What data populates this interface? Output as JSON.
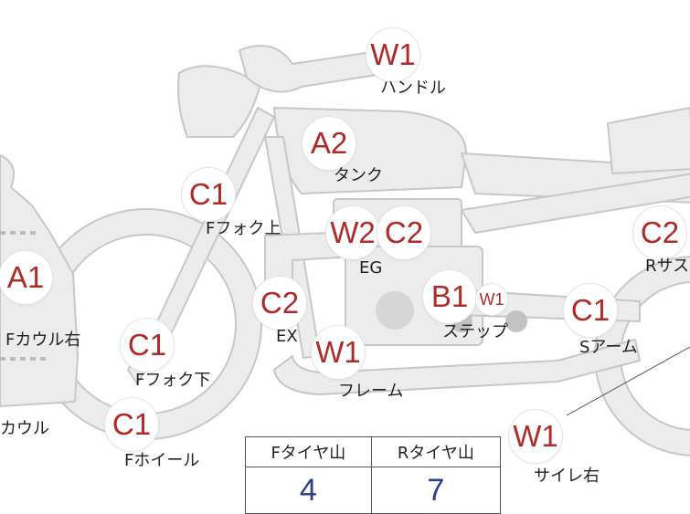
{
  "colors": {
    "part_fill": "#ececec",
    "part_stroke": "#c7c7c7",
    "badge_text": "#b02a2a",
    "value_text": "#2a3e8c"
  },
  "badges": {
    "handle": "W1",
    "tank": "A2",
    "fork_upper": "C1",
    "eg_w": "W2",
    "eg_c": "C2",
    "rsus": "C2",
    "fcowl_right": "A1",
    "ex": "C2",
    "step_b": "B1",
    "step_w": "W1",
    "sarm": "C1",
    "fork_lower": "C1",
    "frame": "W1",
    "fwheel": "C1",
    "side_right": "W1"
  },
  "labels": {
    "handle": "ハンドル",
    "tank": "タンク",
    "fork_upper": "Fフォク上",
    "eg": "EG",
    "rsus": "Rサス",
    "fcowl_right": "Fカウル右",
    "ex": "EX",
    "step": "ステップ",
    "sarm": "Sアーム",
    "fork_lower": "Fフォク下",
    "frame": "フレーム",
    "cowl": "カウル",
    "fwheel": "Fホイール",
    "side_right": "サイレ右"
  },
  "tire_table": {
    "headers": [
      "Fタイヤ山",
      "Rタイヤ山"
    ],
    "values": [
      "4",
      "7"
    ]
  }
}
